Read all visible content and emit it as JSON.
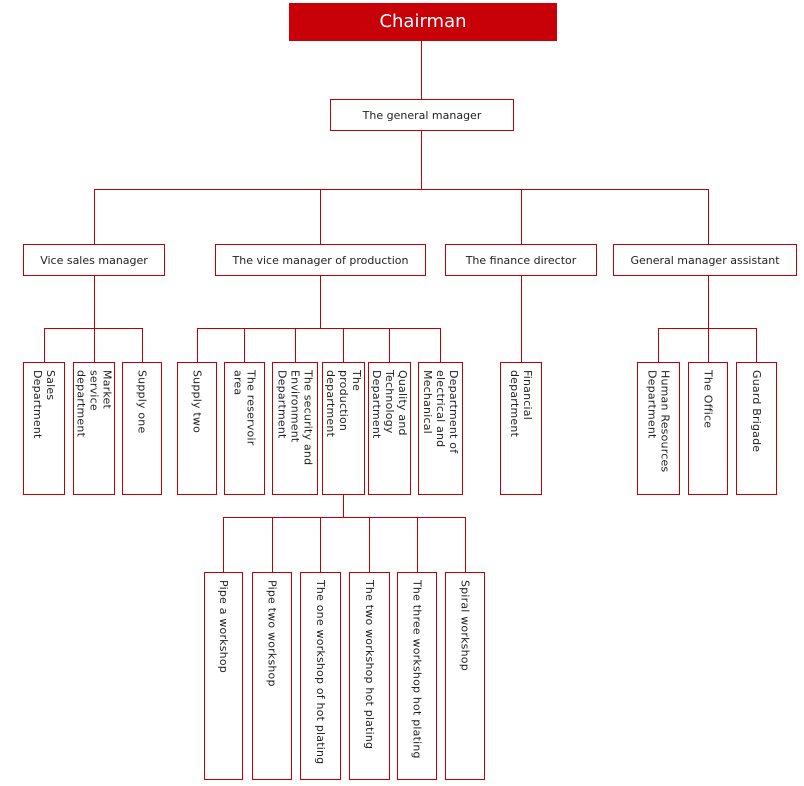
{
  "colors": {
    "node_fill_red": "#c80008",
    "line_red": "#c00000",
    "node_text": "#1f1f1f",
    "chairman_text": "#ffffff",
    "background": "#ffffff"
  },
  "nodes": {
    "chairman": {
      "label": "Chairman"
    },
    "general_manager": {
      "label": "The general manager"
    },
    "vice_sales_manager": {
      "label": "Vice sales manager"
    },
    "vice_production_manager": {
      "label": "The vice manager of production"
    },
    "finance_director": {
      "label": "The finance director"
    },
    "gm_assistant": {
      "label": "General manager assistant"
    },
    "sales_department": {
      "label": "Sales\nDepartment"
    },
    "market_service_department": {
      "label": "Market\nservice\ndepartment"
    },
    "supply_one": {
      "label": "Supply one"
    },
    "supply_two": {
      "label": "Supply two"
    },
    "reservoir_area": {
      "label": "The reservoir\narea"
    },
    "security_environment": {
      "label": "The security and\nEnvironment\nDepartment"
    },
    "production_department": {
      "label": "The\nproduction\ndepartment"
    },
    "quality_technology": {
      "label": "Quality and\nTechnology\nDepartment"
    },
    "electrical_mechanical": {
      "label": "Department of\nelectrical and\nMechanical"
    },
    "financial_department": {
      "label": "Financial\ndepartment"
    },
    "human_resources": {
      "label": "Human Resources\nDepartment"
    },
    "the_office": {
      "label": "The Office"
    },
    "guard_brigade": {
      "label": "Guard Brigade"
    },
    "pipe_a_workshop": {
      "label": "Pipe a workshop"
    },
    "pipe_two_workshop": {
      "label": "Pipe two workshop"
    },
    "one_workshop_hot_plating": {
      "label": "The one workshop of hot plating"
    },
    "two_workshop_hot_plating": {
      "label": "The two workshop hot plating"
    },
    "three_workshop_hot_plating": {
      "label": "The three workshop hot plating"
    },
    "spiral_workshop": {
      "label": "Spiral workshop"
    }
  },
  "edges": [
    [
      "chairman",
      "general_manager"
    ],
    [
      "general_manager",
      "vice_sales_manager"
    ],
    [
      "general_manager",
      "vice_production_manager"
    ],
    [
      "general_manager",
      "finance_director"
    ],
    [
      "general_manager",
      "gm_assistant"
    ],
    [
      "vice_sales_manager",
      "sales_department"
    ],
    [
      "vice_sales_manager",
      "market_service_department"
    ],
    [
      "vice_sales_manager",
      "supply_one"
    ],
    [
      "vice_production_manager",
      "supply_two"
    ],
    [
      "vice_production_manager",
      "reservoir_area"
    ],
    [
      "vice_production_manager",
      "security_environment"
    ],
    [
      "vice_production_manager",
      "production_department"
    ],
    [
      "vice_production_manager",
      "quality_technology"
    ],
    [
      "vice_production_manager",
      "electrical_mechanical"
    ],
    [
      "finance_director",
      "financial_department"
    ],
    [
      "gm_assistant",
      "human_resources"
    ],
    [
      "gm_assistant",
      "the_office"
    ],
    [
      "gm_assistant",
      "guard_brigade"
    ],
    [
      "production_department",
      "pipe_a_workshop"
    ],
    [
      "production_department",
      "pipe_two_workshop"
    ],
    [
      "production_department",
      "one_workshop_hot_plating"
    ],
    [
      "production_department",
      "two_workshop_hot_plating"
    ],
    [
      "production_department",
      "three_workshop_hot_plating"
    ],
    [
      "production_department",
      "spiral_workshop"
    ]
  ]
}
